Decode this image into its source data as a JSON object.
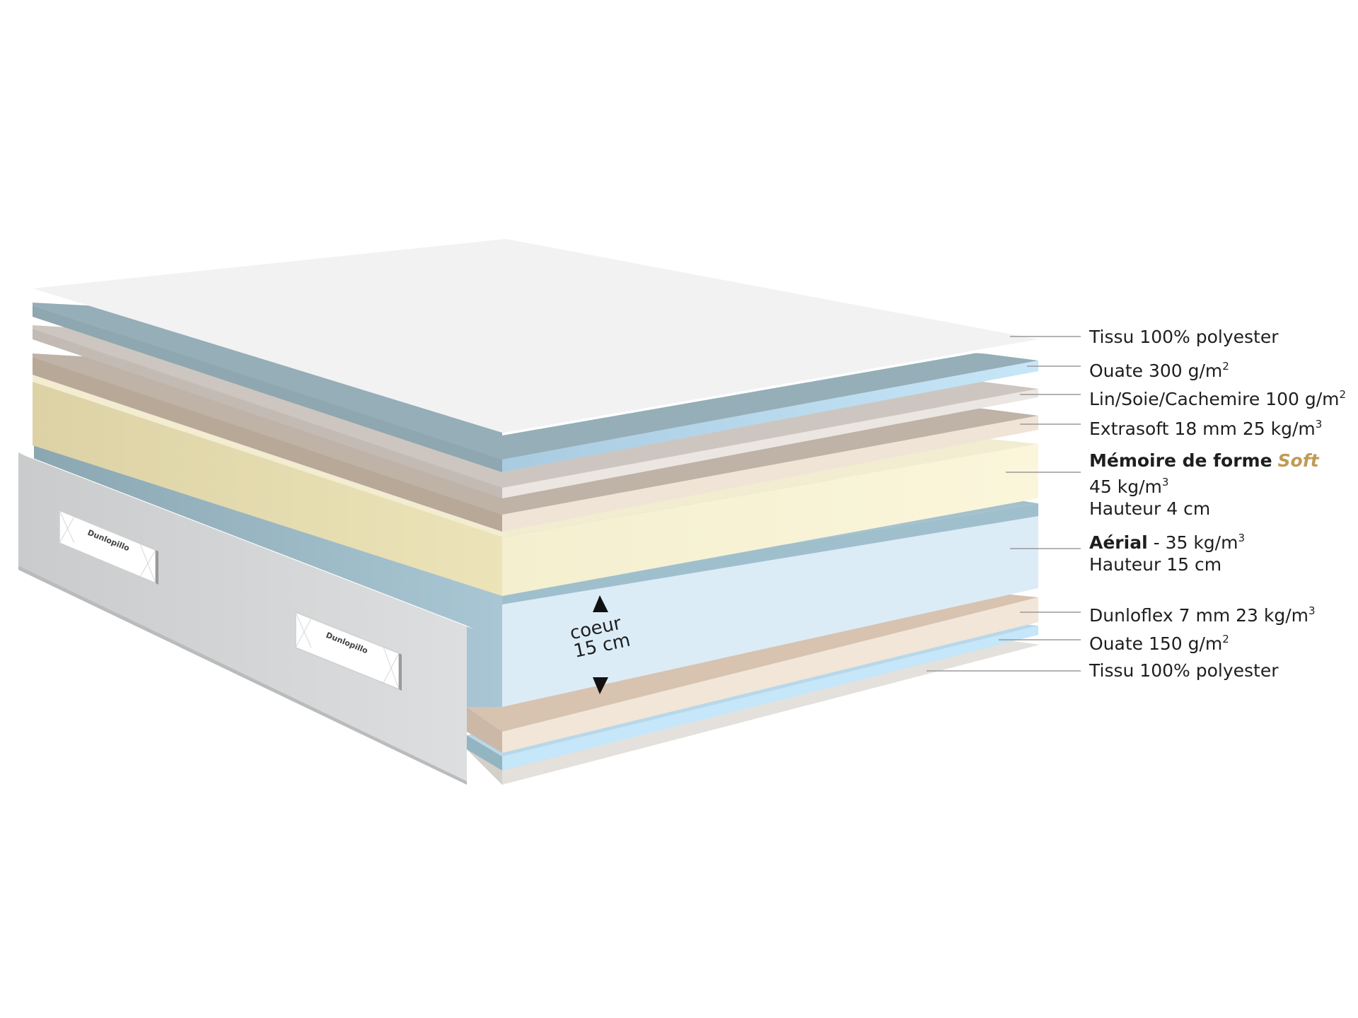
{
  "labels": {
    "tissu_top": "Tissu 100% polyester",
    "ouate_300": "Ouate 300 g/m",
    "ouate_300_sup": "2",
    "lin_soie": "Lin/Soie/Cachemire 100 g/m",
    "lin_soie_sup": "2",
    "extrasoft": "Extrasoft 18 mm 25 kg/m",
    "extrasoft_sup": "3",
    "memoire_title": "Mémoire de forme",
    "memoire_soft": "Soft",
    "memoire_density": "45 kg/m",
    "memoire_density_sup": "3",
    "memoire_height": "Hauteur 4 cm",
    "aerial_title": "Aérial",
    "aerial_density": " - 35 kg/m",
    "aerial_density_sup": "3",
    "aerial_height": "Hauteur 15 cm",
    "dunloflex": "Dunloflex 7 mm 23 kg/m",
    "dunloflex_sup": "3",
    "ouate_150": "Ouate 150 g/m",
    "ouate_150_sup": "2",
    "tissu_bottom": "Tissu 100% polyester"
  },
  "core": {
    "line1": "coeur",
    "line2": "15 cm"
  },
  "brand": {
    "tag_text": "Dunlopillo"
  },
  "colors": {
    "soft_gold": "#c09a55",
    "text": "#1e1e1e",
    "leader": "#9a9a9a"
  }
}
